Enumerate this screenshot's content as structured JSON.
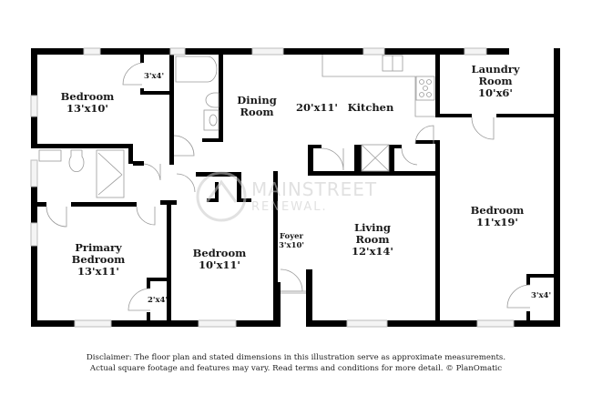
{
  "floorplan": {
    "rooms": [
      {
        "id": "bedroom-nw",
        "name": "Bedroom",
        "dims": "13'x10'"
      },
      {
        "id": "closet-nw",
        "name": "",
        "dims": "3'x4'"
      },
      {
        "id": "dining-room",
        "name": "Dining Room",
        "line1": "Dining",
        "line2": "Room",
        "dims": ""
      },
      {
        "id": "kitchen",
        "name": "Kitchen",
        "dims": "20'x11'"
      },
      {
        "id": "laundry-room",
        "name": "Laundry Room",
        "line1": "Laundry",
        "line2": "Room",
        "dims": "10'x6'"
      },
      {
        "id": "primary-bedroom",
        "name": "Primary Bedroom",
        "line1": "Primary",
        "line2": "Bedroom",
        "dims": "13'x11'"
      },
      {
        "id": "closet-primary",
        "name": "",
        "dims": "2'x4'"
      },
      {
        "id": "bedroom-center",
        "name": "Bedroom",
        "dims": "10'x11'"
      },
      {
        "id": "foyer",
        "name": "Foyer",
        "dims": "3'x10'"
      },
      {
        "id": "living-room",
        "name": "Living Room",
        "line1": "Living",
        "line2": "Room",
        "dims": "12'x14'"
      },
      {
        "id": "bedroom-east",
        "name": "Bedroom",
        "dims": "11'x19'"
      },
      {
        "id": "closet-east",
        "name": "",
        "dims": "3'x4'"
      }
    ],
    "watermark": {
      "line1": "MAINSTREET",
      "line2": "RENEWAL."
    },
    "disclaimer": {
      "line1": "Disclaimer: The floor plan and stated dimensions in this illustration serve as approximate measurements.",
      "line2": "Actual square footage and features may vary. Read terms and conditions for more detail. © PlanOmatic"
    },
    "colors": {
      "wall": "#000000",
      "fixture": "#9a9a9a",
      "window": "#c8c8c8",
      "background": "#ffffff"
    }
  }
}
